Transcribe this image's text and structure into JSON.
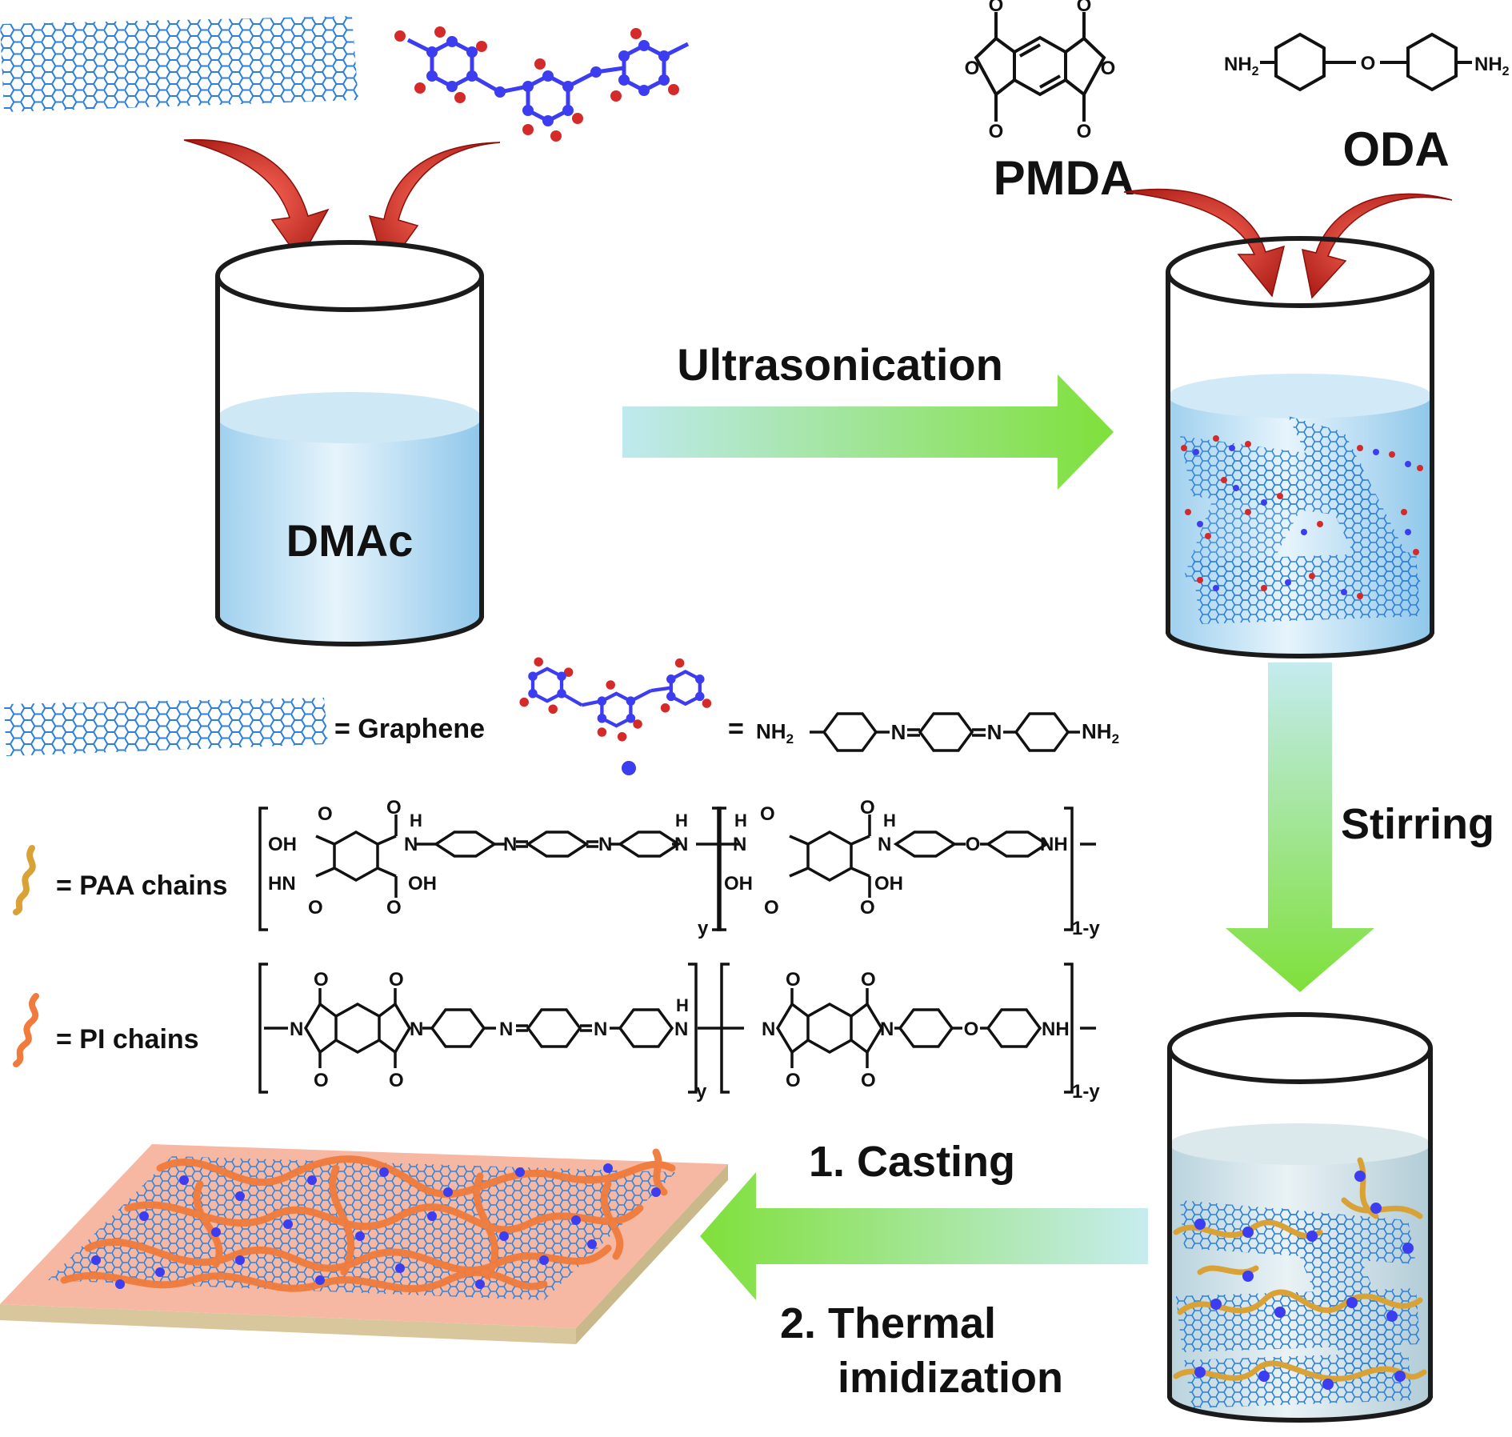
{
  "labels": {
    "dmac": "DMAc",
    "ultrasonication": "Ultrasonication",
    "stirring": "Stirring",
    "casting": "1. Casting",
    "thermal_1": "2. Thermal",
    "thermal_2": "imidization",
    "pmda": "PMDA",
    "oda": "ODA"
  },
  "legend": {
    "graphene": "= Graphene",
    "paa": "= PAA chains",
    "pi": "= PI chains",
    "equals": "="
  },
  "formula": {
    "nh2": "NH",
    "two": "2",
    "n": "N",
    "o": "O",
    "oh": "OH",
    "h": "H",
    "nh": "NH",
    "hn": "HN",
    "y": "y",
    "one_minus_y": "1-y"
  },
  "colors": {
    "graphene": "#2f7fd6",
    "arrow_red": "#c0221b",
    "arrow_green": "#86e03a",
    "liquid": "#a9d6ef",
    "pi_chain": "#f07b3c",
    "paa_chain": "#d9a236",
    "film_top": "#f6b8a2",
    "film_side": "#d8c79c",
    "atom_blue": "#3c3cf0",
    "atom_red": "#d42a2a"
  },
  "icons": [
    "curved-arrow-icon",
    "beaker-icon",
    "graphene-sheet-icon",
    "molecule-icon",
    "polymer-chain-icon"
  ]
}
